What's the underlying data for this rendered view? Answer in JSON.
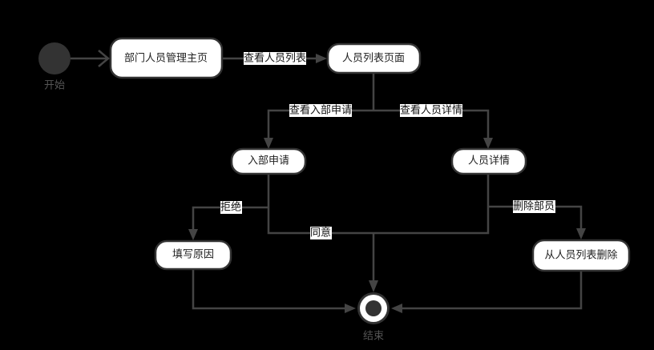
{
  "start": {
    "label": "开始"
  },
  "end": {
    "label": "结束"
  },
  "nodes": {
    "main": "部门人员管理主页",
    "list": "人员列表页面",
    "apply": "入部申请",
    "detail": "人员详情",
    "reason": "填写原因",
    "remove": "从人员列表删除"
  },
  "edges": {
    "view_list": "查看人员列表",
    "view_apply": "查看入部申请",
    "view_detail": "查看人员详情",
    "reject": "拒绝",
    "agree": "同意",
    "delete_member": "删除部员"
  },
  "colors": {
    "background": "#000000",
    "node_fill": "#ffffff",
    "edge": "#444444"
  }
}
